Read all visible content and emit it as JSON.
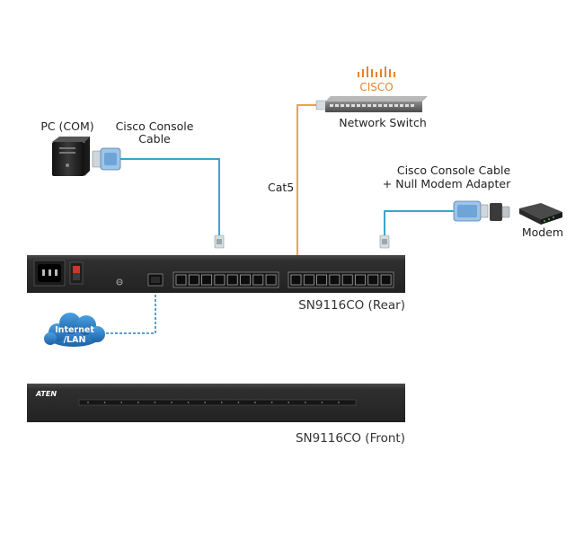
{
  "labels": {
    "pc": "PC (COM)",
    "console_cable_line1": "Cisco Console",
    "console_cable_line2": "Cable",
    "cisco_brand": "CISCO",
    "network_switch": "Network Switch",
    "cat5": "Cat5",
    "console_null_line1": "Cisco Console Cable",
    "console_null_line2": "+ Null Modem Adapter",
    "modem": "Modem",
    "internet_line1": "Internet",
    "internet_line2": "/LAN",
    "rear_unit": "SN9116CO (Rear)",
    "front_unit": "SN9116CO (Front)",
    "aten_brand": "ATEN"
  },
  "colors": {
    "console_cable": "#3aa6c9",
    "cat5_cable": "#f0a33a",
    "lan_dashed": "#2a7fc0",
    "cloud": "#2d7fc8",
    "unit_body": "#2e2e2e",
    "cisco_orange": "#e8822a"
  },
  "icons": [
    "pc-tower-icon",
    "db9-connector-icon",
    "rj45-plug-icon",
    "network-switch-icon",
    "cisco-logo-icon",
    "modem-icon",
    "null-modem-adapter-icon",
    "cloud-icon",
    "power-socket-icon",
    "power-switch-icon",
    "ground-screw-icon",
    "lan-port-icon",
    "serial-port-block-icon",
    "led-strip-icon"
  ]
}
